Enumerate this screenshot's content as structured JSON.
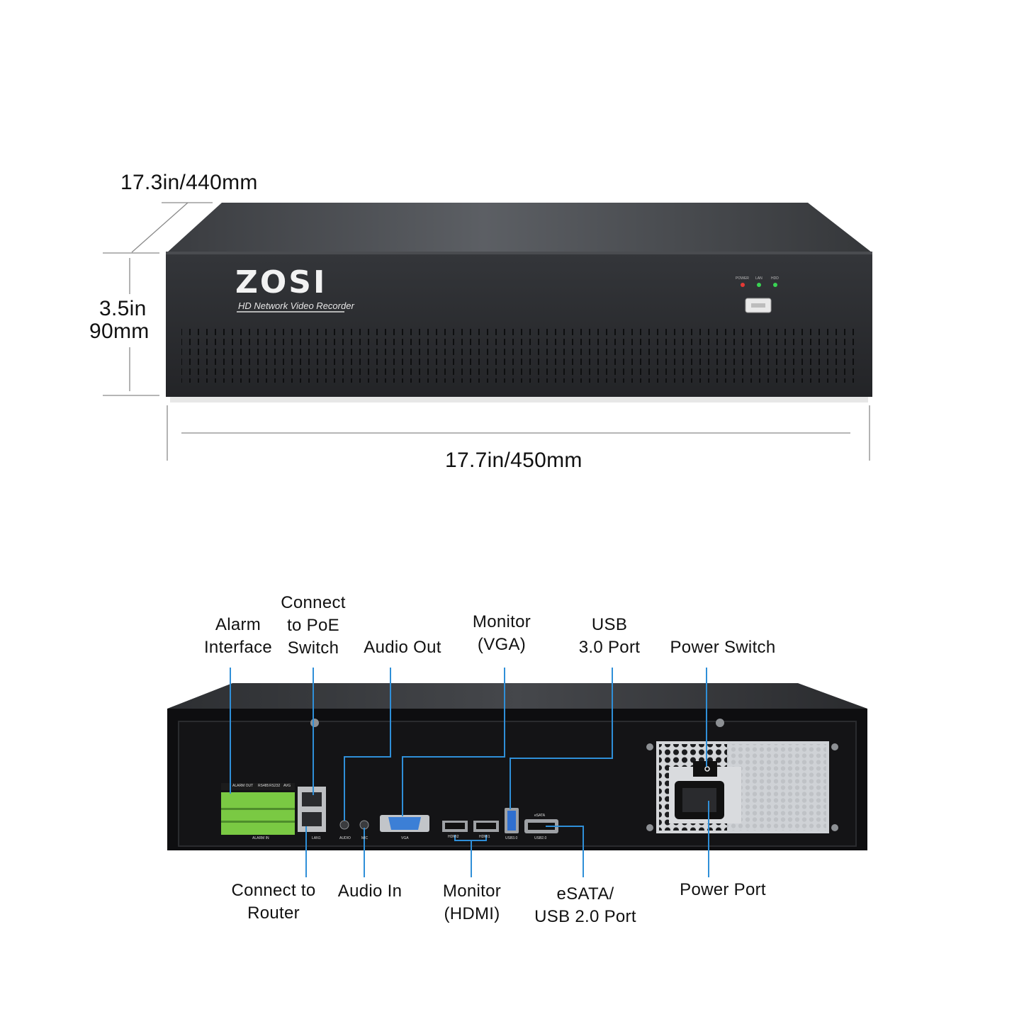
{
  "dimensions": {
    "depth": "17.3in/440mm",
    "height_in": "3.5in",
    "height_mm": "90mm",
    "width": "17.7in/450mm"
  },
  "front_panel": {
    "brand": "ZOSI",
    "subtitle": "HD Network Video Recorder",
    "leds": [
      "POWER",
      "LAN",
      "HDD"
    ]
  },
  "rear_panel": {
    "port_labels": {
      "alarm_out": "ALARM OUT",
      "alarm_in": "ALARM IN",
      "rs485": "RS485",
      "rs232": "RS232",
      "avg": "AVG",
      "lan1": "LAN1",
      "audio": "AUDIO",
      "mic": "MIC",
      "vga": "VGA",
      "hdmi2": "HDMI2",
      "hdmi1": "HDMI1",
      "usb3": "USB3.0",
      "esata": "eSATA",
      "usb2": "USB2.0"
    }
  },
  "callouts": {
    "alarm_interface": [
      "Alarm",
      "Interface"
    ],
    "poe_switch": [
      "Connect",
      "to PoE",
      "Switch"
    ],
    "audio_out": [
      "Audio Out"
    ],
    "monitor_vga": [
      "Monitor",
      "(VGA)"
    ],
    "usb3": [
      "USB",
      "3.0 Port"
    ],
    "power_switch": [
      "Power Switch"
    ],
    "router": [
      "Connect to",
      "Router"
    ],
    "audio_in": [
      "Audio In"
    ],
    "monitor_hdmi": [
      "Monitor",
      "(HDMI)"
    ],
    "esata_usb2": [
      "eSATA/",
      "USB 2.0 Port"
    ],
    "power_port": [
      "Power Port"
    ]
  },
  "colors": {
    "callout_line": "#2f8fd8",
    "chassis": "#2b2d30",
    "terminal_green": "#7ac943",
    "led_green": "#39d353",
    "led_red": "#e53935"
  }
}
